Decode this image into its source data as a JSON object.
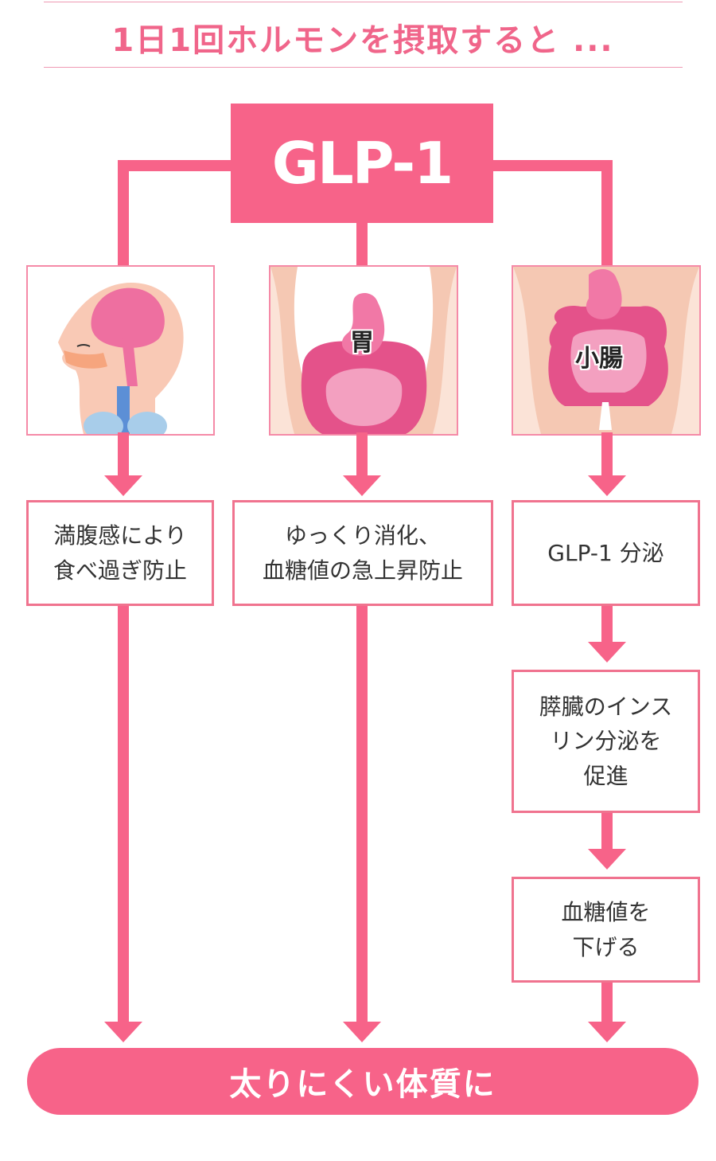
{
  "header": {
    "title": "1日1回ホルモンを摂取すると ..."
  },
  "hormone": {
    "label": "GLP-1"
  },
  "organs": [
    {
      "label": ""
    },
    {
      "label": "胃"
    },
    {
      "label": "小腸"
    }
  ],
  "effects": {
    "brain": "満腹感により\n食べ過ぎ防止",
    "stomach": "ゆっくり消化、\n血糖値の急上昇防止",
    "intestine": "GLP-1 分泌",
    "pancreas": "膵臓のインス\nリン分泌を\n促進",
    "sugar": "血糖値を\n下げる"
  },
  "result": {
    "label": "太りにくい体質に"
  },
  "colors": {
    "accent": "#f76389",
    "border": "#f0738f",
    "title": "#f0658a"
  }
}
